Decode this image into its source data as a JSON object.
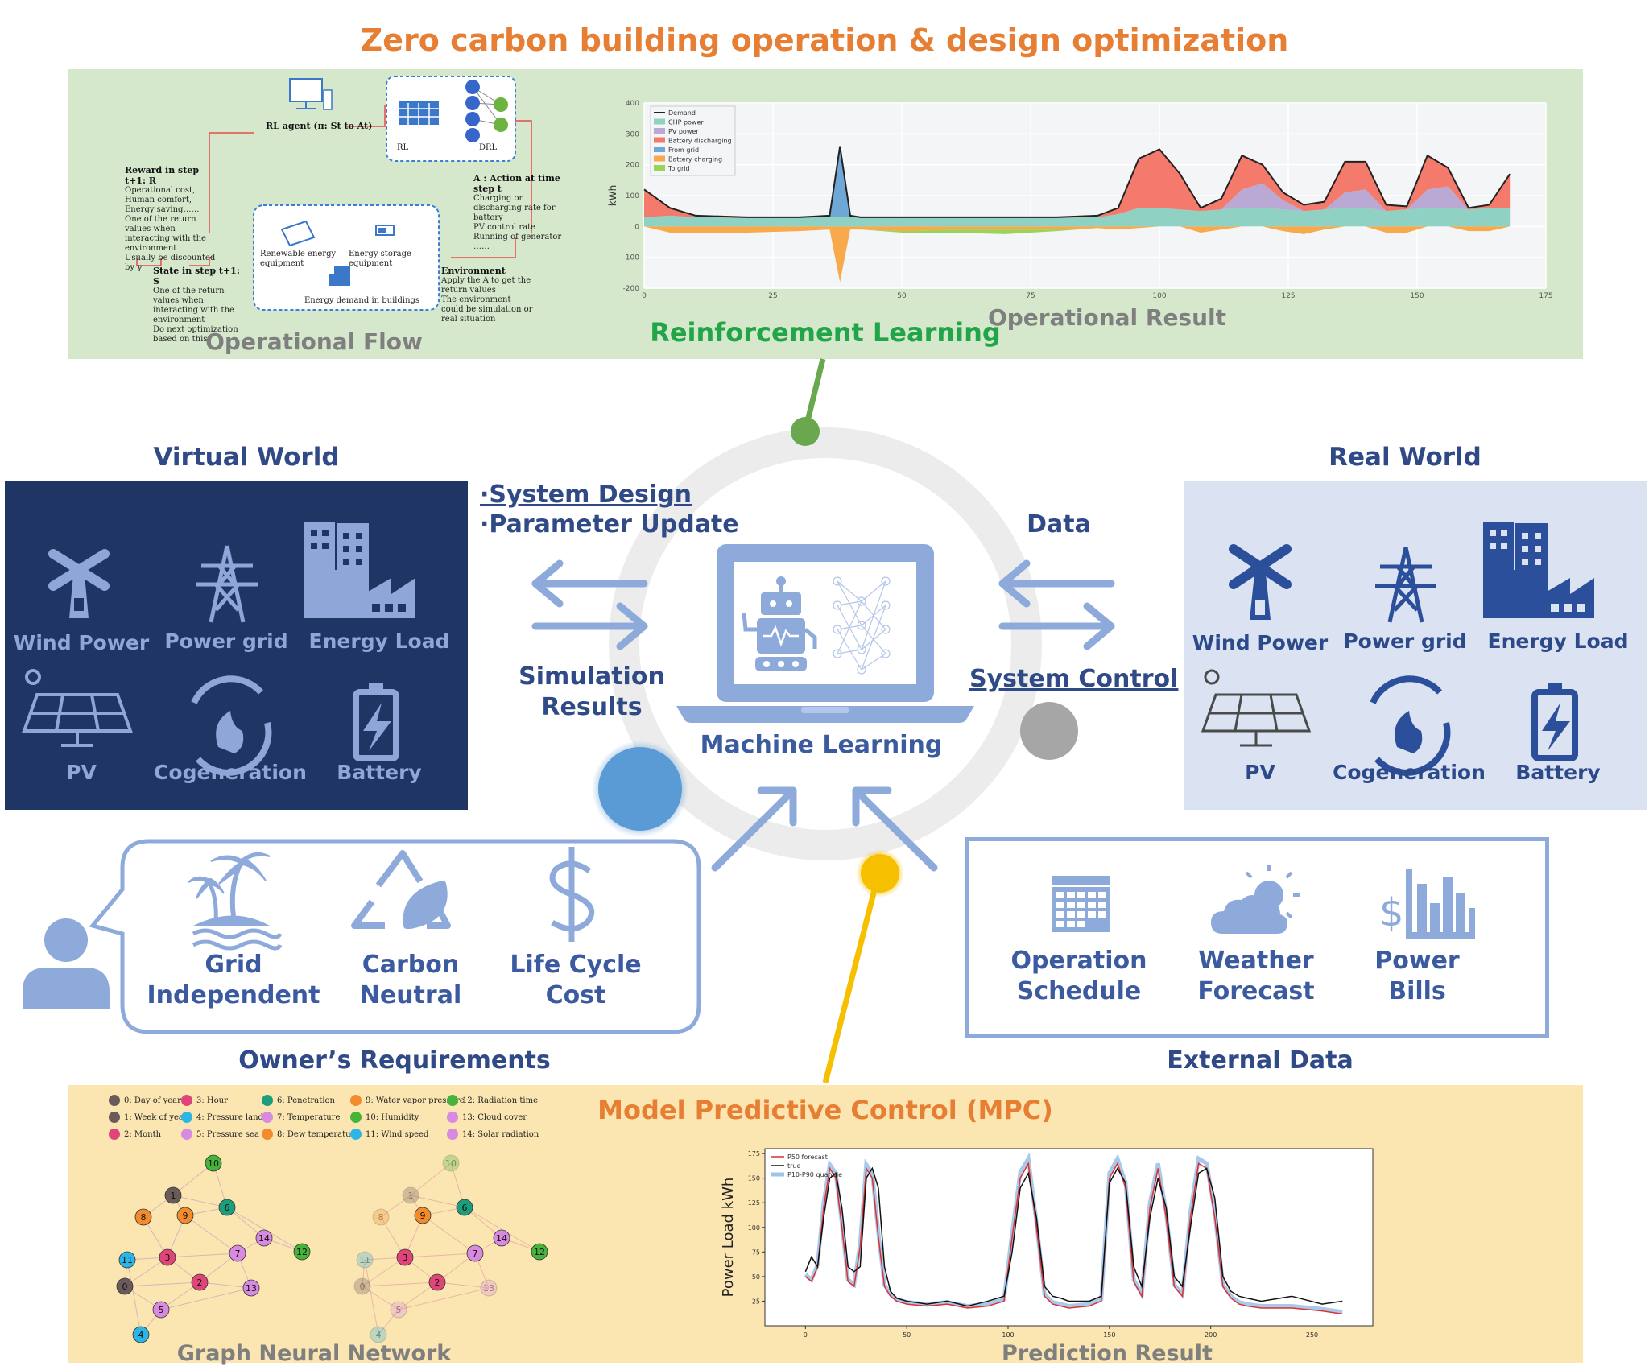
{
  "title": "Zero carbon building operation & design optimization",
  "rl": {
    "flow_caption": "Operational Flow",
    "result_caption": "Operational Result",
    "label": "Reinforcement Learning",
    "flow": {
      "agent": "RL agent (π: St to At)",
      "rl": "RL",
      "drl": "DRL",
      "reward_title": "Reward in step t+1: R",
      "reward_items": [
        "Operational cost, Human comfort, Energy saving……",
        "One of the return values when interacting with the environment",
        "Usually be discounted by γ"
      ],
      "action_title": "A  : Action at time step t",
      "action_items": [
        "Charging or discharging rate for battery",
        "PV control rate",
        "Running of generator",
        "……"
      ],
      "state_title": "State in step t+1: S",
      "state_items": [
        "One of the return values when interacting with the environment",
        "Do next optimization based on this"
      ],
      "env_title": "Environment",
      "env_items": [
        "Apply the A  to get the return values",
        "The environment could be simulation or real situation"
      ],
      "renew": "Renewable energy equipment",
      "storage": "Energy storage equipment",
      "demand": "Energy demand in buildings"
    }
  },
  "op_chart": {
    "chart_data": {
      "type": "area",
      "ylabel": "kWh",
      "xlim": [
        0,
        175
      ],
      "ylim": [
        -200,
        400
      ],
      "x_ticks": [
        "0",
        "25",
        "50",
        "75",
        "100",
        "125",
        "150",
        "175"
      ],
      "y_ticks": [
        "-200",
        "-100",
        "0",
        "100",
        "200",
        "300",
        "400"
      ],
      "legend": [
        "Demand",
        "CHP power",
        "PV power",
        "Battery discharging",
        "From grid",
        "Battery charging",
        "To grid"
      ],
      "colors": {
        "Demand": "#222222",
        "CHP power": "#8fd1c2",
        "PV power": "#b9a9d4",
        "Battery discharging": "#f47a6b",
        "From grid": "#6fa8d6",
        "Battery charging": "#f7a94c",
        "To grid": "#9bd35a"
      },
      "x": [
        0,
        5,
        10,
        20,
        30,
        36,
        38,
        40,
        42,
        50,
        60,
        70,
        80,
        88,
        92,
        96,
        100,
        104,
        108,
        112,
        116,
        120,
        124,
        128,
        132,
        136,
        140,
        144,
        148,
        152,
        156,
        160,
        164,
        168
      ],
      "series": [
        {
          "name": "Demand",
          "values": [
            120,
            60,
            35,
            30,
            30,
            35,
            260,
            35,
            30,
            30,
            30,
            30,
            30,
            35,
            60,
            220,
            250,
            170,
            60,
            90,
            230,
            200,
            110,
            70,
            80,
            210,
            210,
            70,
            65,
            230,
            190,
            60,
            70,
            170
          ]
        },
        {
          "name": "CHP power",
          "values": [
            30,
            35,
            30,
            28,
            28,
            30,
            30,
            30,
            28,
            28,
            28,
            28,
            28,
            30,
            40,
            60,
            60,
            55,
            50,
            55,
            60,
            60,
            55,
            50,
            55,
            60,
            60,
            50,
            55,
            60,
            60,
            55,
            60,
            60
          ]
        },
        {
          "name": "PV power",
          "values": [
            0,
            0,
            0,
            0,
            0,
            0,
            0,
            0,
            0,
            0,
            0,
            0,
            0,
            0,
            0,
            0,
            0,
            0,
            0,
            0,
            60,
            80,
            30,
            0,
            0,
            50,
            60,
            0,
            0,
            60,
            70,
            0,
            0,
            0
          ]
        },
        {
          "name": "Battery discharging",
          "values": [
            90,
            25,
            5,
            0,
            0,
            0,
            0,
            0,
            0,
            0,
            0,
            0,
            0,
            5,
            20,
            160,
            190,
            115,
            10,
            35,
            110,
            60,
            25,
            20,
            25,
            100,
            90,
            20,
            10,
            110,
            60,
            5,
            10,
            110
          ]
        },
        {
          "name": "From grid",
          "values": [
            0,
            0,
            0,
            0,
            0,
            5,
            230,
            5,
            0,
            0,
            0,
            0,
            0,
            0,
            0,
            0,
            0,
            0,
            0,
            0,
            0,
            0,
            0,
            0,
            0,
            0,
            0,
            0,
            0,
            0,
            0,
            0,
            0,
            0
          ]
        },
        {
          "name": "Battery charging",
          "values": [
            0,
            -20,
            -20,
            -20,
            -15,
            -10,
            -180,
            -10,
            -10,
            -15,
            -10,
            -10,
            -10,
            -5,
            -10,
            -5,
            0,
            0,
            -20,
            -10,
            0,
            0,
            -15,
            -25,
            -10,
            0,
            0,
            -20,
            -20,
            0,
            0,
            -15,
            -15,
            0
          ]
        },
        {
          "name": "To grid",
          "values": [
            0,
            0,
            0,
            0,
            0,
            0,
            0,
            0,
            0,
            -5,
            -10,
            -15,
            -5,
            0,
            0,
            0,
            0,
            0,
            0,
            0,
            0,
            0,
            0,
            0,
            0,
            0,
            0,
            0,
            0,
            0,
            0,
            0,
            0,
            0
          ]
        }
      ]
    }
  },
  "center": {
    "machine_learning": "Machine Learning",
    "design_line1": "·System Design",
    "design_line2": "·Parameter Update",
    "data": "Data",
    "sim_line1": "Simulation",
    "sim_line2": "Results",
    "system_control": "System Control"
  },
  "virtual": {
    "title": "Virtual World",
    "items": [
      "Wind Power",
      "Power grid",
      "Energy Load",
      "PV",
      "Cogeneration",
      "Battery"
    ]
  },
  "real": {
    "title": "Real World",
    "items": [
      "Wind Power",
      "Power grid",
      "Energy Load",
      "PV",
      "Cogeneration",
      "Battery"
    ]
  },
  "owner": {
    "caption": "Owner’s Requirements",
    "items": [
      {
        "line1": "Grid",
        "line2": "Independent"
      },
      {
        "line1": "Carbon",
        "line2": "Neutral"
      },
      {
        "line1": "Life Cycle",
        "line2": "Cost"
      }
    ]
  },
  "external": {
    "caption": "External Data",
    "items": [
      {
        "line1": "Operation",
        "line2": "Schedule"
      },
      {
        "line1": "Weather",
        "line2": "Forecast"
      },
      {
        "line1": "Power",
        "line2": "Bills"
      }
    ]
  },
  "mpc": {
    "label": "Model Predictive Control (MPC)",
    "gnn_caption": "Graph Neural Network",
    "pred_caption": "Prediction Result",
    "gnn_legend": [
      {
        "text": "0: Day of year",
        "color": "#6b5a5a"
      },
      {
        "text": "1: Week of year",
        "color": "#6b5a5a"
      },
      {
        "text": "2: Month",
        "color": "#e0457a"
      },
      {
        "text": "3: Hour",
        "color": "#e0457a"
      },
      {
        "text": "4: Pressure land",
        "color": "#2bb6e6"
      },
      {
        "text": "5: Pressure sea",
        "color": "#d889e0"
      },
      {
        "text": "6: Penetration",
        "color": "#1c9e7c"
      },
      {
        "text": "7: Temperature",
        "color": "#d889e0"
      },
      {
        "text": "8: Dew temperature",
        "color": "#f28b2c"
      },
      {
        "text": "9: Water vapor pressure",
        "color": "#f28b2c"
      },
      {
        "text": "10: Humidity",
        "color": "#46b43a"
      },
      {
        "text": "11: Wind speed",
        "color": "#2bb6e6"
      },
      {
        "text": "12: Radiation time",
        "color": "#46b43a"
      },
      {
        "text": "13: Cloud cover",
        "color": "#d889e0"
      },
      {
        "text": "14: Solar radiation",
        "color": "#d889e0"
      }
    ],
    "graph1_nodes": [
      "10",
      "1",
      "9",
      "6",
      "8",
      "14",
      "12",
      "11",
      "3",
      "7",
      "2",
      "13",
      "0",
      "5",
      "4"
    ],
    "graph2_nodes": [
      "10",
      "1",
      "9",
      "6",
      "8",
      "14",
      "12",
      "11",
      "3",
      "7",
      "2",
      "13",
      "0",
      "5",
      "4"
    ]
  },
  "pred_chart": {
    "chart_data": {
      "type": "line",
      "ylabel": "Power Load  kWh",
      "xlim": [
        -20,
        280
      ],
      "ylim": [
        0,
        180
      ],
      "x_ticks": [
        "0",
        "50",
        "100",
        "150",
        "200",
        "250"
      ],
      "y_ticks": [
        "25",
        "50",
        "75",
        "100",
        "125",
        "150",
        "175"
      ],
      "legend": [
        "P50 forecast",
        "true",
        "P10-P90 quantile"
      ],
      "x": [
        0,
        3,
        6,
        9,
        12,
        15,
        18,
        21,
        24,
        27,
        30,
        33,
        36,
        39,
        42,
        45,
        50,
        60,
        70,
        80,
        90,
        98,
        102,
        106,
        110,
        114,
        118,
        122,
        126,
        130,
        140,
        146,
        150,
        154,
        158,
        162,
        166,
        170,
        174,
        178,
        182,
        186,
        190,
        194,
        198,
        202,
        206,
        210,
        214,
        218,
        225,
        240,
        255,
        265
      ],
      "series": [
        {
          "name": "true",
          "values": [
            55,
            70,
            60,
            110,
            150,
            155,
            120,
            60,
            55,
            60,
            150,
            160,
            140,
            60,
            35,
            28,
            25,
            22,
            25,
            20,
            25,
            30,
            75,
            140,
            155,
            110,
            40,
            30,
            28,
            25,
            25,
            30,
            145,
            160,
            145,
            60,
            40,
            110,
            150,
            120,
            50,
            40,
            100,
            155,
            160,
            130,
            50,
            35,
            30,
            28,
            25,
            30,
            22,
            25
          ]
        },
        {
          "name": "P50 forecast",
          "values": [
            50,
            45,
            60,
            120,
            160,
            150,
            100,
            45,
            40,
            80,
            160,
            150,
            90,
            40,
            30,
            25,
            22,
            20,
            22,
            18,
            20,
            25,
            90,
            150,
            165,
            100,
            30,
            22,
            20,
            18,
            20,
            25,
            150,
            165,
            140,
            45,
            30,
            120,
            160,
            110,
            40,
            30,
            110,
            165,
            160,
            110,
            40,
            28,
            22,
            20,
            18,
            18,
            15,
            12
          ]
        },
        {
          "name": "P10-P90 quantile",
          "values": [
            52,
            47,
            62,
            125,
            164,
            155,
            104,
            47,
            42,
            84,
            164,
            155,
            94,
            42,
            32,
            27,
            24,
            22,
            24,
            20,
            22,
            27,
            94,
            156,
            170,
            105,
            32,
            24,
            22,
            20,
            22,
            27,
            155,
            170,
            145,
            47,
            32,
            125,
            165,
            115,
            42,
            32,
            115,
            170,
            165,
            115,
            42,
            30,
            24,
            22,
            20,
            20,
            17,
            14
          ]
        }
      ]
    }
  }
}
